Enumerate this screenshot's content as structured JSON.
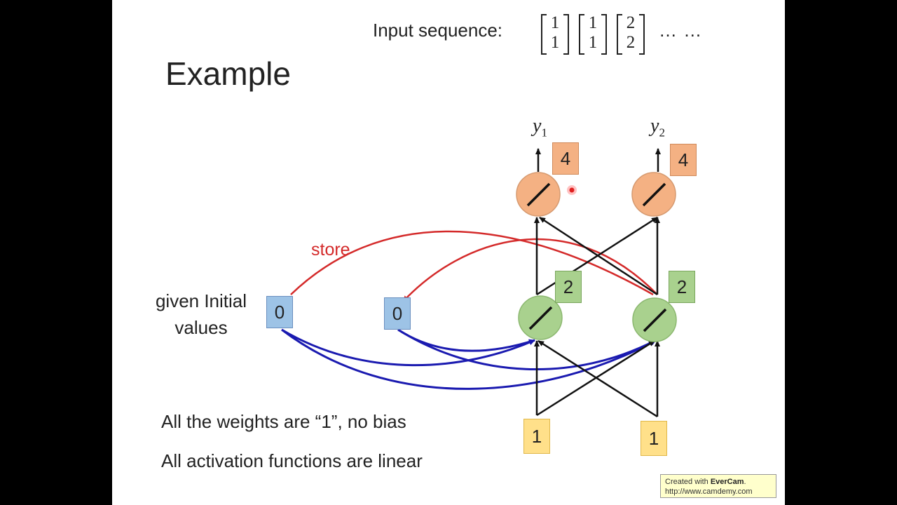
{
  "slide": {
    "title": "Example",
    "input_sequence_label": "Input sequence:",
    "sequence": [
      {
        "top": "1",
        "bottom": "1"
      },
      {
        "top": "1",
        "bottom": "1"
      },
      {
        "top": "2",
        "bottom": "2"
      }
    ],
    "sequence_ellipsis": "… …",
    "given_label_line1": "given Initial",
    "given_label_line2": "values",
    "store_label": "store",
    "note_weights": "All the weights are “1”, no bias",
    "note_activation": "All activation functions are linear"
  },
  "diagram": {
    "memory_cells": [
      "0",
      "0"
    ],
    "hidden_values": [
      "2",
      "2"
    ],
    "output_values": [
      "4",
      "4"
    ],
    "input_values": [
      "1",
      "1"
    ],
    "output_labels": [
      {
        "var": "y",
        "sub": "1"
      },
      {
        "var": "y",
        "sub": "2"
      }
    ],
    "colors": {
      "memory": "#9dc3e6",
      "hidden": "#a9d18e",
      "output": "#f4b183",
      "input": "#ffe08a",
      "store_arrow": "#d42a2a",
      "memory_arrow": "#1a1ab0"
    }
  },
  "watermark": {
    "line1_prefix": "Created with ",
    "brand": "EverCam",
    "line1_suffix": ".",
    "line2": "http://www.camdemy.com"
  }
}
